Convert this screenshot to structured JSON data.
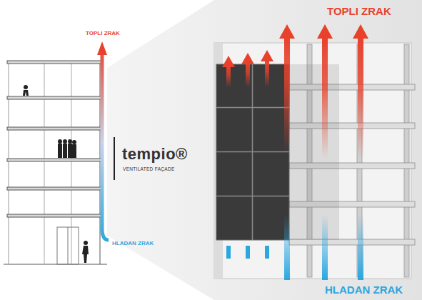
{
  "diagram": {
    "labels": [
      "TOPLI ZRAK",
      "tempio®",
      "VENTILATED FAÇADE",
      "HLADAN ZRAK",
      "TOPLI ZRAK",
      "HLADAN ZRAK"
    ]
  }
}
